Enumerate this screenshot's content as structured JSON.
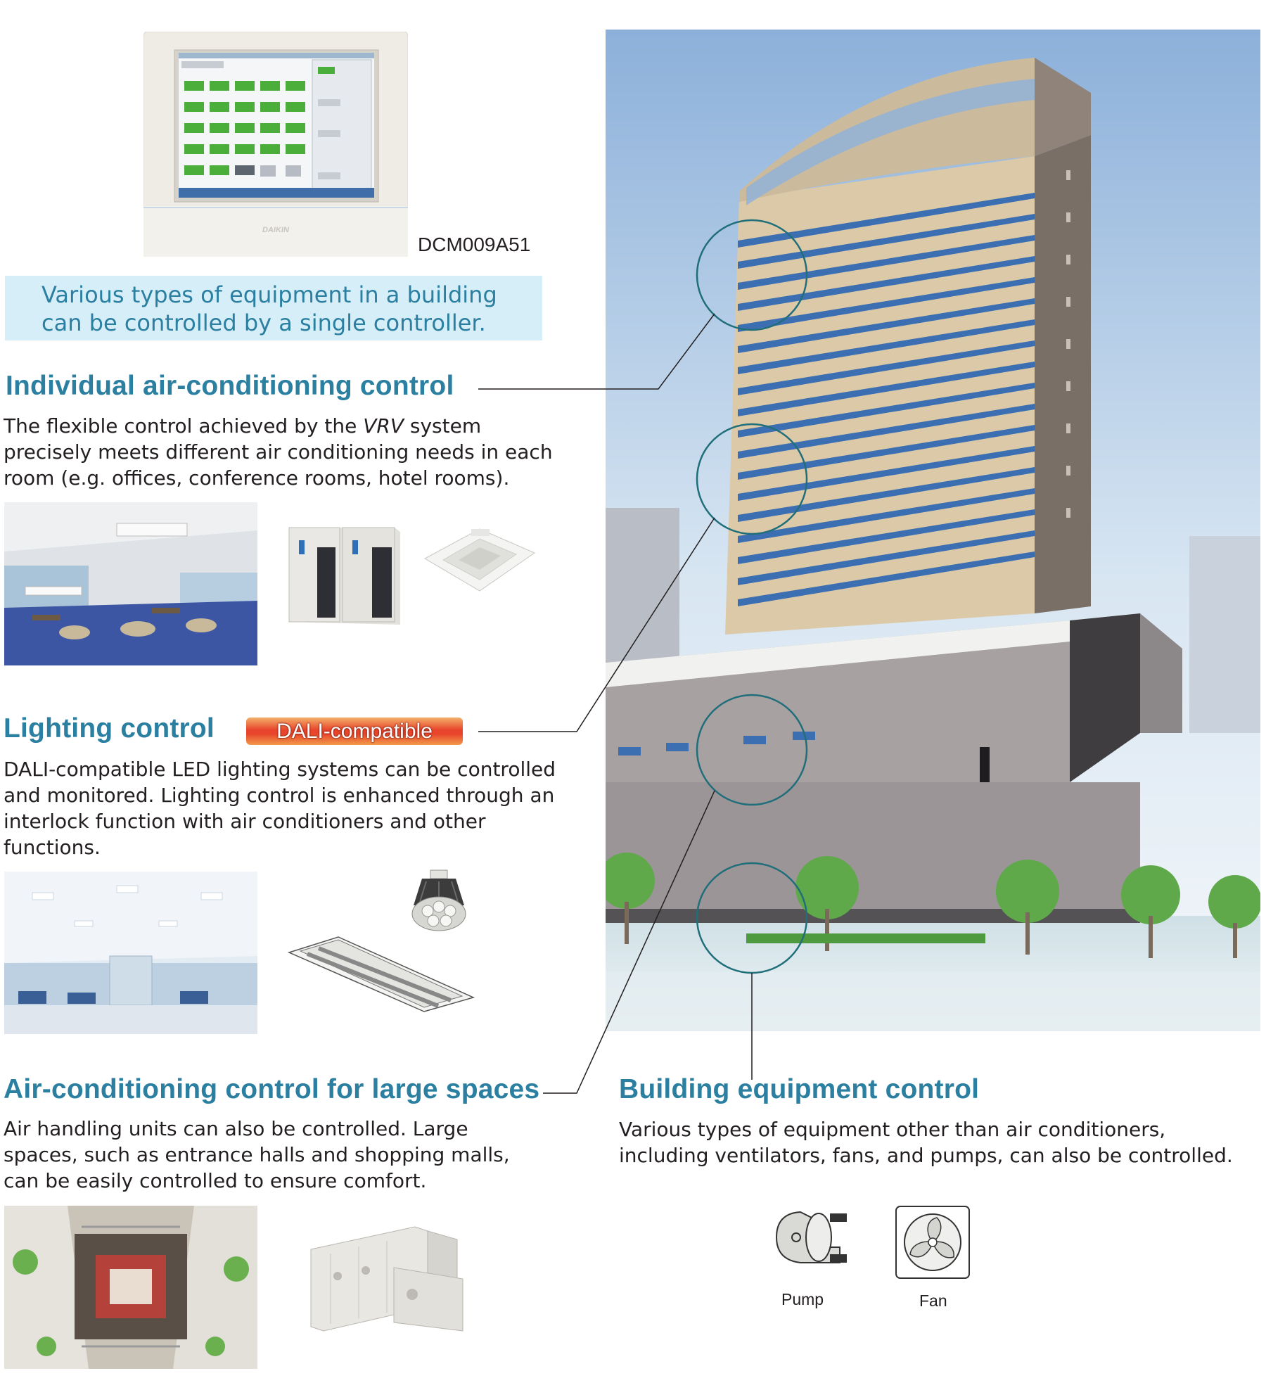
{
  "controller": {
    "model": "DCM009A51",
    "brand": "DAIKIN"
  },
  "callout": {
    "line1": "Various types of equipment in a building",
    "line2": "can be controlled by a single controller."
  },
  "sections": {
    "individual": {
      "title": "Individual air-conditioning control",
      "body_pre": "The flexible control achieved by the ",
      "body_italic": "VRV",
      "body_post": " system precisely meets different air conditioning needs in each room (e.g. offices, conference rooms, hotel rooms)."
    },
    "lighting": {
      "title": "Lighting control",
      "badge": "DALI-compatible",
      "body": "DALI-compatible LED lighting systems can be controlled and monitored. Lighting control is enhanced through an interlock function with air conditioners and other functions."
    },
    "large": {
      "title": "Air-conditioning control for large spaces",
      "body": "Air handling units can also be controlled. Large spaces, such as entrance halls and shopping malls, can be easily controlled to ensure comfort."
    },
    "building": {
      "title": "Building equipment control",
      "body": "Various types of equipment other than air conditioners, including ventilators, fans, and pumps, can also be controlled.",
      "pump_label": "Pump",
      "fan_label": "Fan"
    }
  },
  "colors": {
    "heading": "#2b7fa0",
    "callout_bg": "#d6eef8",
    "callout_text": "#2b7fa0",
    "leader": "#1f6e7a",
    "badge_start": "#e8452c",
    "badge_end": "#f29a4a"
  }
}
